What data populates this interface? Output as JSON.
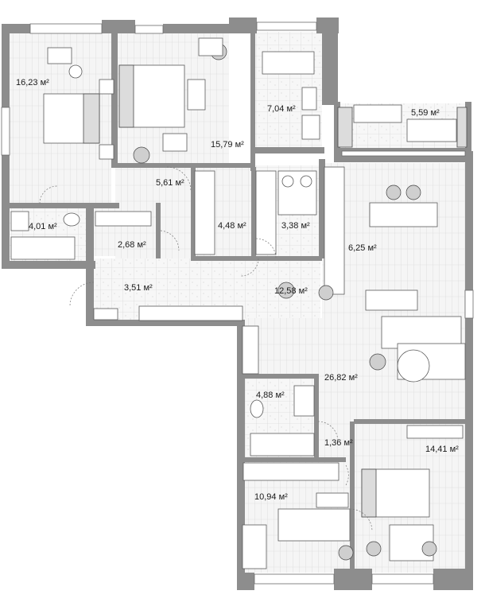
{
  "plan": {
    "rooms": [
      {
        "id": "room-bedroom-left",
        "area": "16,23 м²"
      },
      {
        "id": "room-bedroom-master",
        "area": "15,79 м²"
      },
      {
        "id": "room-bathroom-top",
        "area": "7,04 м²"
      },
      {
        "id": "room-balcony",
        "area": "5,59 м²"
      },
      {
        "id": "room-closet-top",
        "area": "5,61 м²"
      },
      {
        "id": "room-wc-left",
        "area": "4,01 м²"
      },
      {
        "id": "room-closet-small",
        "area": "2,68 м²"
      },
      {
        "id": "room-closet-mid",
        "area": "4,48 м²"
      },
      {
        "id": "room-laundry",
        "area": "3,38 м²"
      },
      {
        "id": "room-kitchen",
        "area": "6,25 м²"
      },
      {
        "id": "room-entrance",
        "area": "3,51 м²"
      },
      {
        "id": "room-hall",
        "area": "12,58 м²"
      },
      {
        "id": "room-living",
        "area": "26,82 м²"
      },
      {
        "id": "room-bathroom-mid",
        "area": "4,88 м²"
      },
      {
        "id": "room-corridor",
        "area": "1,36 м²"
      },
      {
        "id": "room-bedroom-right",
        "area": "14,41 м²"
      },
      {
        "id": "room-kids",
        "area": "10,94 м²"
      }
    ]
  }
}
